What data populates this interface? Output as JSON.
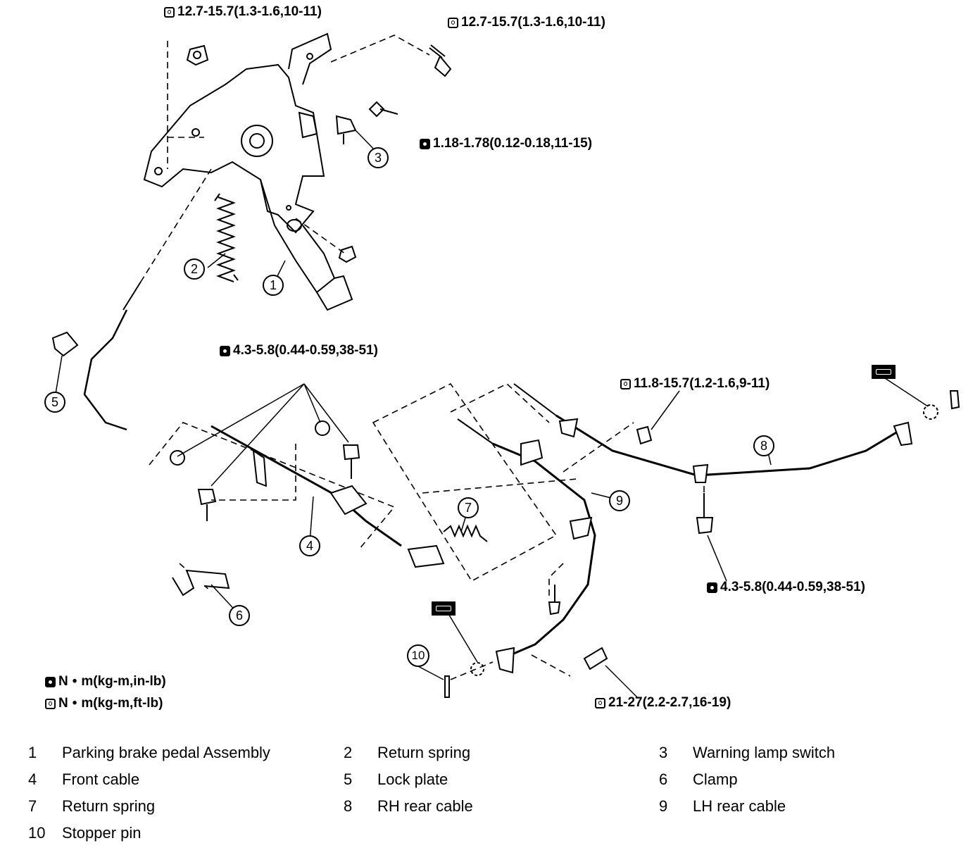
{
  "torque_labels": [
    {
      "id": "t1",
      "text": "12.7-15.7(1.3-1.6,10-11)",
      "icon": "open-wrench-icon"
    },
    {
      "id": "t2",
      "text": "12.7-15.7(1.3-1.6,10-11)",
      "icon": "open-wrench-icon"
    },
    {
      "id": "t3",
      "text": "1.18-1.78(0.12-0.18,11-15)",
      "icon": "filled-wrench-icon"
    },
    {
      "id": "t4",
      "text": "4.3-5.8(0.44-0.59,38-51)",
      "icon": "filled-wrench-icon"
    },
    {
      "id": "t5",
      "text": "11.8-15.7(1.2-1.6,9-11)",
      "icon": "open-wrench-icon"
    },
    {
      "id": "t6",
      "text": "4.3-5.8(0.44-0.59,38-51)",
      "icon": "filled-wrench-icon"
    },
    {
      "id": "t7",
      "text": "21-27(2.2-2.7,16-19)",
      "icon": "open-wrench-icon"
    }
  ],
  "callouts": [
    "1",
    "2",
    "3",
    "4",
    "5",
    "6",
    "7",
    "8",
    "9",
    "10"
  ],
  "legend": [
    {
      "icon": "filled-wrench-icon",
      "text": "N",
      "dot": "•",
      "unit": "m(kg-m,in-lb)"
    },
    {
      "icon": "open-wrench-icon",
      "text": "N",
      "dot": "•",
      "unit": "m(kg-m,ft-lb)"
    }
  ],
  "parts": [
    {
      "num": "1",
      "name": "Parking brake pedal Assembly"
    },
    {
      "num": "2",
      "name": "Return spring"
    },
    {
      "num": "3",
      "name": "Warning lamp switch"
    },
    {
      "num": "4",
      "name": "Front cable"
    },
    {
      "num": "5",
      "name": "Lock plate"
    },
    {
      "num": "6",
      "name": "Clamp"
    },
    {
      "num": "7",
      "name": "Return spring"
    },
    {
      "num": "8",
      "name": "RH rear cable"
    },
    {
      "num": "9",
      "name": "LH rear cable"
    },
    {
      "num": "10",
      "name": "Stopper pin"
    }
  ]
}
